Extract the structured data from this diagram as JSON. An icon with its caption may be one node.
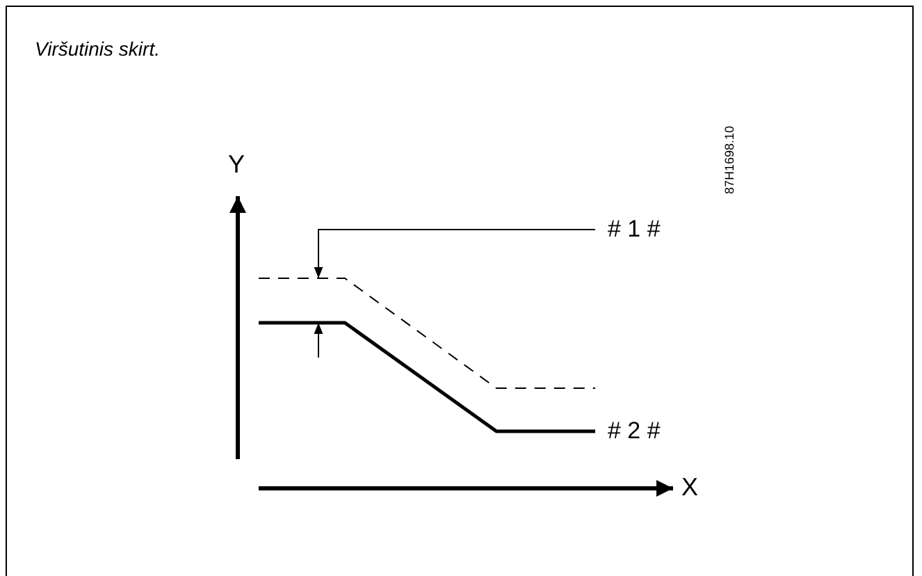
{
  "diagram": {
    "title": "Viršutinis skirt.",
    "labels": [
      "Y",
      "# 1 #",
      "87H1698.10",
      "# 2 #",
      "X"
    ]
  }
}
